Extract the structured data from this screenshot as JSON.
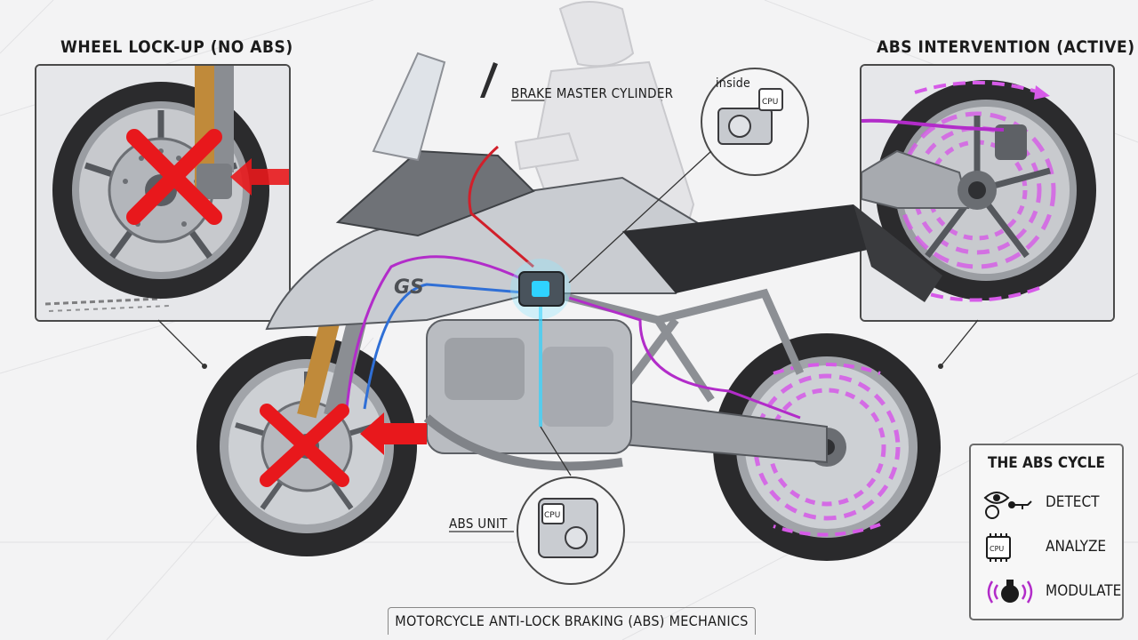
{
  "labels": {
    "wheel_lockup_title": "WHEEL LOCK-UP (NO ABS)",
    "abs_intervention_title": "ABS INTERVENTION (ACTIVE)",
    "brake_master_cylinder": "BRAKE MASTER CYLINDER",
    "inside": "inside",
    "abs_unit": "ABS UNIT",
    "cpu": "CPU",
    "bike_badge": "GS",
    "footer_title": "MOTORCYCLE ANTI-LOCK BRAKING (ABS) MECHANICS"
  },
  "legend": {
    "title": "THE ABS CYCLE",
    "items": [
      {
        "label": "DETECT",
        "icon": "eye-wheel-sensor-icon"
      },
      {
        "label": "ANALYZE",
        "icon": "cpu-chip-icon"
      },
      {
        "label": "MODULATE",
        "icon": "pulsing-valve-icon"
      }
    ]
  },
  "colors": {
    "hydraulic_red": "#d11f2a",
    "signal_magenta": "#b22cc9",
    "signal_blue": "#2f6fd6",
    "abs_glow_cyan": "#2fd3ff",
    "lock_x_red": "#e8181c",
    "pulse_pink": "#d65ae8"
  }
}
